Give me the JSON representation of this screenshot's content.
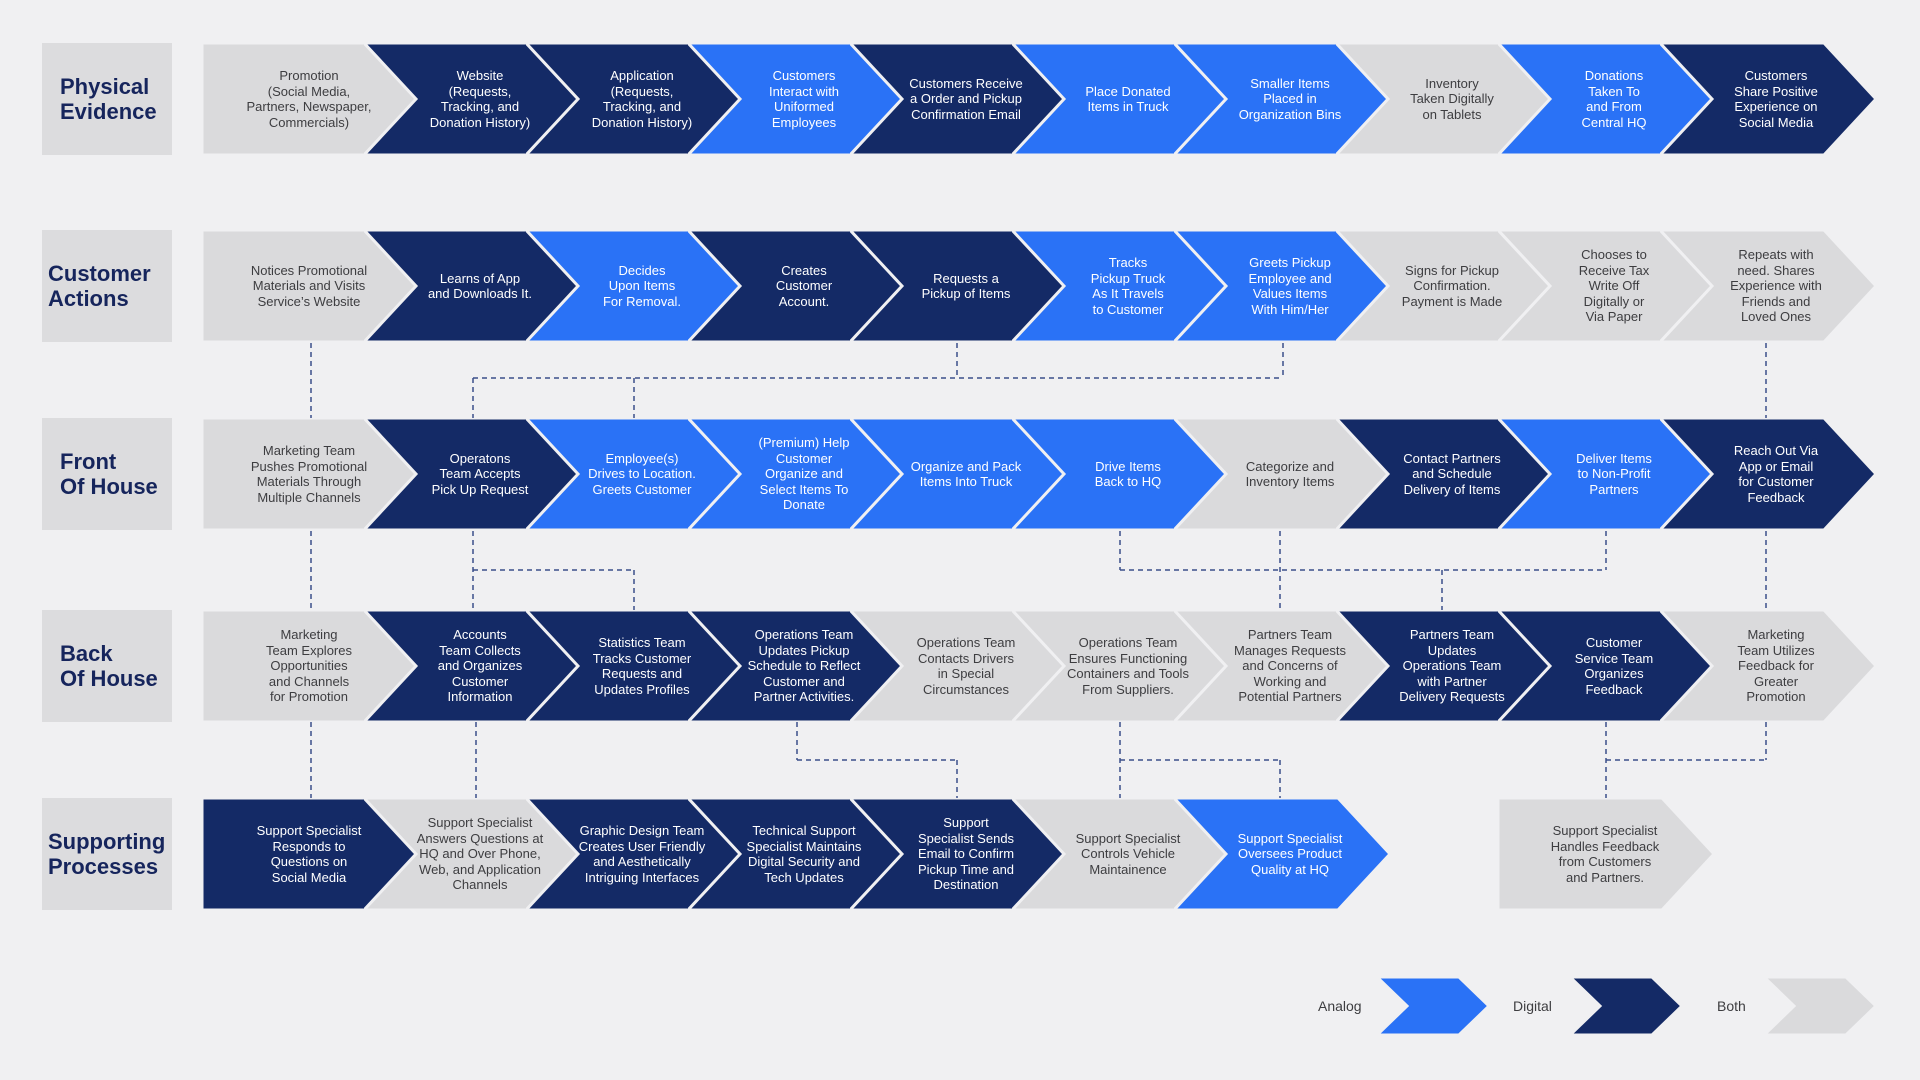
{
  "colors": {
    "analog": "#2a72f6",
    "digital": "#142a66",
    "both": "#dadadc",
    "line": "#3a4f8a"
  },
  "rows": [
    {
      "label": "Physical\nEvidence",
      "steps": [
        {
          "text": "Promotion\n(Social Media,\nPartners, Newspaper,\nCommercials)",
          "type": "both"
        },
        {
          "text": "Website\n(Requests,\nTracking, and\nDonation History)",
          "type": "digital"
        },
        {
          "text": "Application\n(Requests,\nTracking, and\nDonation History)",
          "type": "digital"
        },
        {
          "text": "Customers\nInteract with\nUniformed\nEmployees",
          "type": "analog"
        },
        {
          "text": "Customers Receive\na Order and Pickup\nConfirmation Email",
          "type": "digital"
        },
        {
          "text": "Place Donated\nItems in Truck",
          "type": "analog"
        },
        {
          "text": "Smaller Items\nPlaced in\nOrganization Bins",
          "type": "analog"
        },
        {
          "text": "Inventory\nTaken Digitally\non Tablets",
          "type": "both"
        },
        {
          "text": "Donations\nTaken To\nand From\nCentral HQ",
          "type": "analog"
        },
        {
          "text": "Customers\nShare Positive\nExperience on\nSocial Media",
          "type": "digital"
        }
      ]
    },
    {
      "label": "Customer\nActions",
      "steps": [
        {
          "text": "Notices Promotional\nMaterials and Visits\nService’s Website",
          "type": "both"
        },
        {
          "text": "Learns of App\nand Downloads It.",
          "type": "digital"
        },
        {
          "text": "Decides\nUpon Items\nFor Removal.",
          "type": "analog"
        },
        {
          "text": "Creates\nCustomer\nAccount.",
          "type": "digital"
        },
        {
          "text": "Requests a\nPickup of Items",
          "type": "digital"
        },
        {
          "text": "Tracks\nPickup Truck\nAs It Travels\nto Customer",
          "type": "analog"
        },
        {
          "text": "Greets Pickup\nEmployee and\nValues Items\nWith Him/Her",
          "type": "analog"
        },
        {
          "text": "Signs for Pickup\nConfirmation.\nPayment is Made",
          "type": "both"
        },
        {
          "text": "Chooses to\nReceive Tax\nWrite Off\nDigitally or\nVia Paper",
          "type": "both"
        },
        {
          "text": "Repeats with\nneed. Shares\nExperience with\nFriends and\nLoved Ones",
          "type": "both"
        }
      ]
    },
    {
      "label": "Front\nOf House",
      "steps": [
        {
          "text": "Marketing Team\nPushes Promotional\nMaterials Through\nMultiple Channels",
          "type": "both"
        },
        {
          "text": "Operatons\nTeam Accepts\nPick Up Request",
          "type": "digital"
        },
        {
          "text": "Employee(s)\nDrives to Location.\nGreets Customer",
          "type": "analog"
        },
        {
          "text": "(Premium) Help\nCustomer\nOrganize and\nSelect Items To\nDonate",
          "type": "analog"
        },
        {
          "text": "Organize and Pack\nItems Into Truck",
          "type": "analog"
        },
        {
          "text": "Drive Items\nBack to HQ",
          "type": "analog"
        },
        {
          "text": "Categorize and\nInventory Items",
          "type": "both"
        },
        {
          "text": "Contact Partners\nand Schedule\nDelivery of Items",
          "type": "digital"
        },
        {
          "text": "Deliver Items\nto Non-Profit\nPartners",
          "type": "analog"
        },
        {
          "text": "Reach Out Via\nApp or Email\nfor Customer\nFeedback",
          "type": "digital"
        }
      ]
    },
    {
      "label": "Back\nOf House",
      "steps": [
        {
          "text": "Marketing\nTeam Explores\nOpportunities\nand Channels\nfor Promotion",
          "type": "both"
        },
        {
          "text": "Accounts\nTeam Collects\nand Organizes\nCustomer\nInformation",
          "type": "digital"
        },
        {
          "text": "Statistics Team\nTracks Customer\nRequests and\nUpdates Profiles",
          "type": "digital"
        },
        {
          "text": "Operations Team\nUpdates Pickup\nSchedule to Reflect\nCustomer and\nPartner Activities.",
          "type": "digital"
        },
        {
          "text": "Operations Team\nContacts Drivers\nin Special\nCircumstances",
          "type": "both"
        },
        {
          "text": "Operations Team\nEnsures Functioning\nContainers and Tools\nFrom Suppliers.",
          "type": "both"
        },
        {
          "text": "Partners Team\nManages Requests\nand Concerns of\nWorking and\nPotential Partners",
          "type": "both"
        },
        {
          "text": "Partners Team\nUpdates\nOperations Team\nwith Partner\nDelivery Requests",
          "type": "digital"
        },
        {
          "text": "Customer\nService Team\nOrganizes\nFeedback",
          "type": "digital"
        },
        {
          "text": "Marketing\nTeam Utilizes\nFeedback for\nGreater\nPromotion",
          "type": "both"
        }
      ]
    },
    {
      "label": "Supporting\nProcesses",
      "steps": [
        {
          "text": "Support Specialist\nResponds to\nQuestions on\nSocial Media",
          "type": "digital"
        },
        {
          "text": "Support Specialist\nAnswers Questions at\nHQ and Over Phone,\nWeb, and Application\nChannels",
          "type": "both"
        },
        {
          "text": "Graphic Design Team\nCreates User Friendly\nand Aesthetically\nIntriguing Interfaces",
          "type": "digital"
        },
        {
          "text": "Technical Support\nSpecialist Maintains\nDigital Security and\nTech Updates",
          "type": "digital"
        },
        {
          "text": "Support\nSpecialist Sends\nEmail to Confirm\nPickup Time and\nDestination",
          "type": "digital"
        },
        {
          "text": "Support Specialist\nControls Vehicle\nMaintainence",
          "type": "both"
        },
        {
          "text": "Support Specialist\nOversees Product\nQuality at HQ",
          "type": "analog"
        },
        null,
        {
          "text": "Support Specialist\nHandles Feedback\nfrom Customers\nand Partners.",
          "type": "both"
        },
        null
      ]
    }
  ],
  "legend": [
    {
      "label": "Analog",
      "type": "analog"
    },
    {
      "label": "Digital",
      "type": "digital"
    },
    {
      "label": "Both",
      "type": "both"
    }
  ]
}
